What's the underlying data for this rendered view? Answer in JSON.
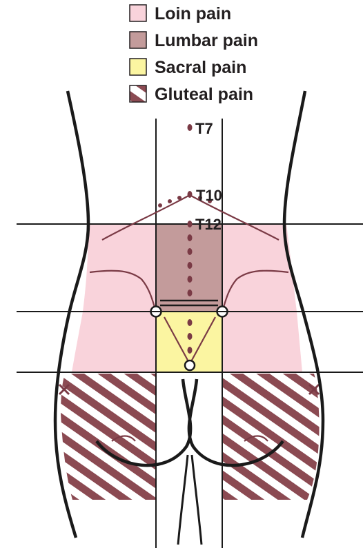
{
  "legend": {
    "items": [
      {
        "label": "Loin pain",
        "color": "#f9d3db",
        "pattern": "solid"
      },
      {
        "label": "Lumbar pain",
        "color": "#c39b9b",
        "pattern": "solid"
      },
      {
        "label": "Sacral pain",
        "color": "#fbf5a1",
        "pattern": "solid"
      },
      {
        "label": "Gluteal pain",
        "color": "#8b4a52",
        "pattern": "diagonal-hatch"
      }
    ]
  },
  "vertebrae": {
    "t7": "T7",
    "t10": "T10",
    "t12": "T12"
  },
  "colors": {
    "outline": "#1a1a1a",
    "dots": "#7a3a45",
    "contour": "#7a3a45"
  }
}
